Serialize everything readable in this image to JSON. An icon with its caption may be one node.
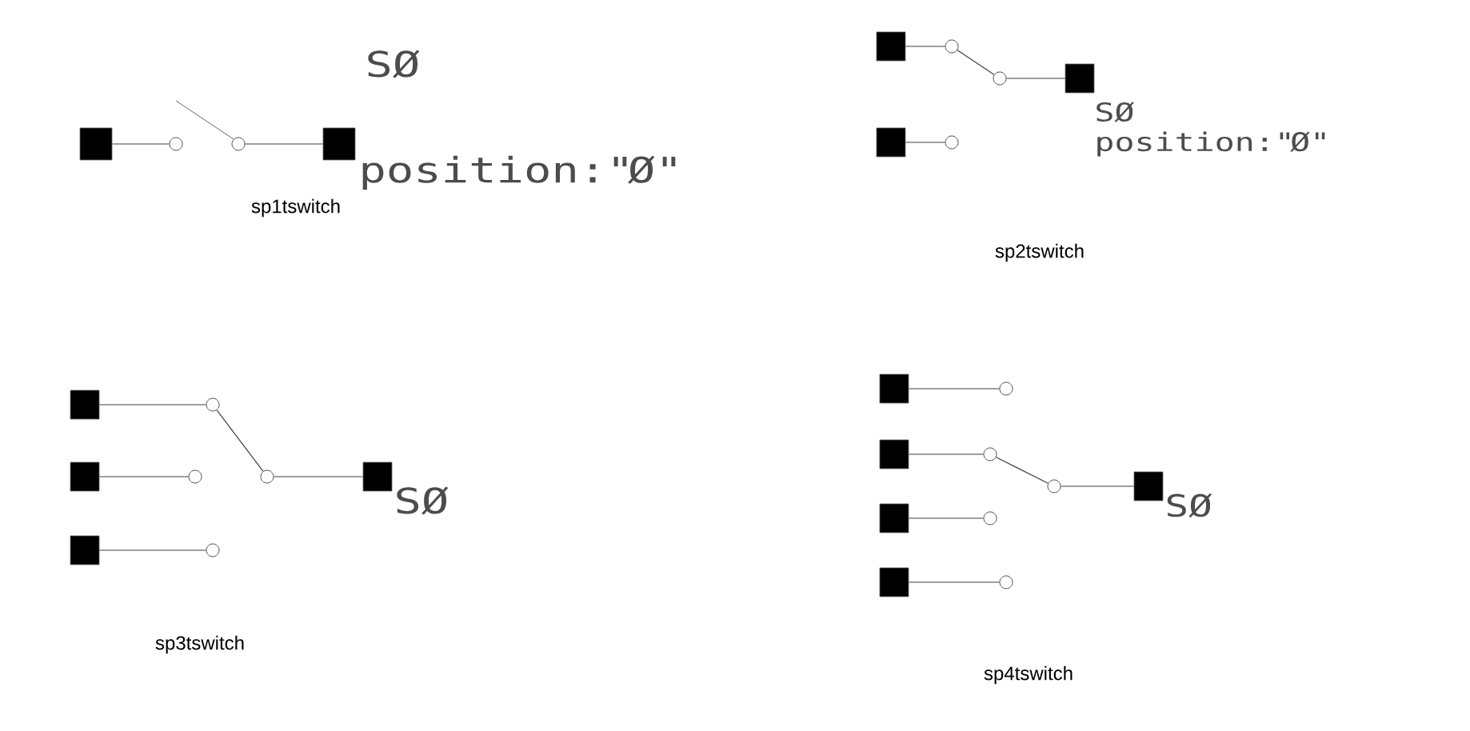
{
  "diagram": {
    "nodes": [
      {
        "text": [],
        "shape": "box"
      },
      {
        "text": [],
        "shape": "circle"
      },
      {
        "text": [],
        "shape": "circle"
      },
      {
        "text": [],
        "shape": "box"
      },
      {
        "text": [],
        "shape": "box"
      },
      {
        "text": [],
        "shape": "circle"
      },
      {
        "text": [],
        "shape": "circle"
      },
      {
        "text": [],
        "shape": "box"
      },
      {
        "text": [],
        "shape": "box"
      },
      {
        "text": [],
        "shape": "circle"
      },
      {
        "text": [],
        "shape": "box"
      },
      {
        "text": [],
        "shape": "circle"
      },
      {
        "text": [],
        "shape": "box"
      },
      {
        "text": [],
        "shape": "circle"
      },
      {
        "text": [],
        "shape": "circle"
      },
      {
        "text": [],
        "shape": "box"
      },
      {
        "text": [],
        "shape": "box"
      },
      {
        "text": [],
        "shape": "circle"
      },
      {
        "text": [],
        "shape": "box"
      },
      {
        "text": [],
        "shape": "circle"
      },
      {
        "text": [],
        "shape": "box"
      },
      {
        "text": [],
        "shape": "circle"
      },
      {
        "text": [],
        "shape": "circle"
      },
      {
        "text": [],
        "shape": "box"
      },
      {
        "text": [],
        "shape": "box"
      },
      {
        "text": [],
        "shape": "circle"
      },
      {
        "text": [],
        "shape": "box"
      },
      {
        "text": [],
        "shape": "circle"
      }
    ],
    "edges": [
      {
        "from": 0,
        "to": 1,
        "arrow": "none"
      },
      {
        "from": 2,
        "to": 3,
        "arrow": "none"
      },
      {
        "from": 4,
        "to": 5,
        "arrow": "none"
      },
      {
        "from": 5,
        "to": 6,
        "arrow": "none"
      },
      {
        "from": 6,
        "to": 7,
        "arrow": "none"
      },
      {
        "from": 8,
        "to": 9,
        "arrow": "none"
      },
      {
        "from": 10,
        "to": 11,
        "arrow": "none"
      },
      {
        "from": 11,
        "to": 14,
        "arrow": "none"
      },
      {
        "from": 12,
        "to": 13,
        "arrow": "none"
      },
      {
        "from": 14,
        "to": 15,
        "arrow": "none"
      },
      {
        "from": 16,
        "to": 17,
        "arrow": "none"
      },
      {
        "from": 18,
        "to": 19,
        "arrow": "none"
      },
      {
        "from": 20,
        "to": 21,
        "arrow": "none"
      },
      {
        "from": 21,
        "to": 22,
        "arrow": "none"
      },
      {
        "from": 22,
        "to": 23,
        "arrow": "none"
      },
      {
        "from": 24,
        "to": 25,
        "arrow": "none"
      },
      {
        "from": 26,
        "to": 27,
        "arrow": "none"
      }
    ],
    "labels": [
      "SØ",
      "SØ",
      "position:\"Ø\"",
      "position:\"Ø\"",
      "sp1tswitch",
      "sp2tswitch",
      "SØ",
      "SØ",
      "sp3tswitch",
      "sp4tswitch"
    ]
  }
}
